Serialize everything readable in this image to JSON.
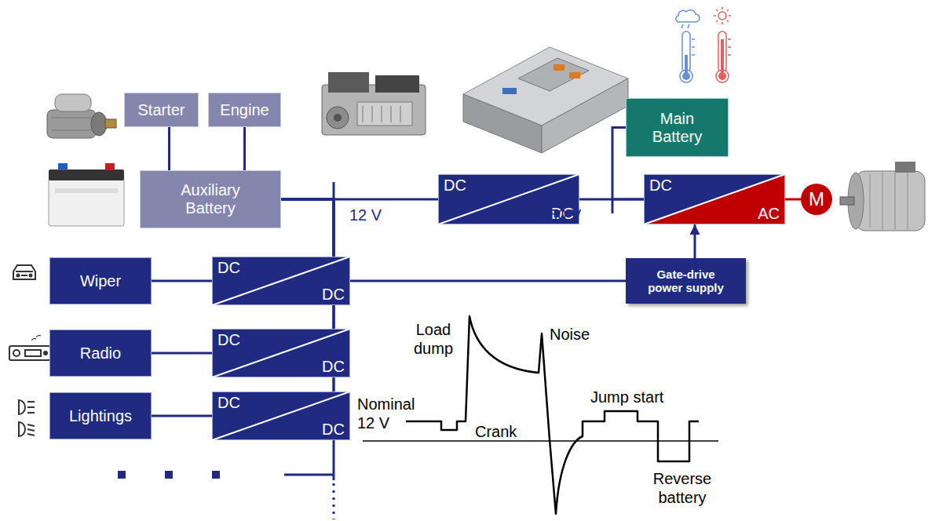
{
  "diagram": {
    "nodes": [
      {
        "text": [
          "Starter"
        ]
      },
      {
        "text": [
          "Engine"
        ]
      },
      {
        "text": [
          "Auxiliary Battery"
        ]
      },
      {
        "text": [
          "DC",
          "DC"
        ]
      },
      {
        "text": [
          "Main Battery"
        ]
      },
      {
        "text": [
          "DC",
          "AC"
        ]
      },
      {
        "text": [
          "M"
        ]
      },
      {
        "text": [
          "Gate-drive power supply"
        ]
      },
      {
        "text": [
          "Wiper"
        ]
      },
      {
        "text": [
          "DC",
          "DC"
        ]
      },
      {
        "text": [
          "Radio"
        ]
      },
      {
        "text": [
          "DC",
          "DC"
        ]
      },
      {
        "text": [
          "Lightings"
        ]
      },
      {
        "text": [
          "DC",
          "DC"
        ]
      }
    ],
    "edges": [
      {
        "from": 0,
        "to": 2,
        "arrow": "none"
      },
      {
        "from": 1,
        "to": 2,
        "arrow": "none"
      },
      {
        "from": 2,
        "to": 3,
        "arrow": "none"
      },
      {
        "from": 3,
        "to": 5,
        "arrow": "none"
      },
      {
        "from": 4,
        "to": 5,
        "arrow": "none"
      },
      {
        "from": 5,
        "to": 6,
        "arrow": "none"
      },
      {
        "from": 7,
        "to": 5,
        "arrow": "to"
      },
      {
        "from": 2,
        "to": 9,
        "arrow": "none"
      },
      {
        "from": 2,
        "to": 11,
        "arrow": "none"
      },
      {
        "from": 2,
        "to": 13,
        "arrow": "none"
      },
      {
        "from": 2,
        "to": 7,
        "arrow": "none"
      },
      {
        "from": 8,
        "to": 9,
        "arrow": "none"
      },
      {
        "from": 10,
        "to": 11,
        "arrow": "none"
      },
      {
        "from": 12,
        "to": 13,
        "arrow": "none"
      }
    ],
    "labels": [
      "12 V",
      "450 V",
      "Load dump",
      "Noise",
      "Nominal 12 V",
      "Crank",
      "Jump start",
      "Reverse battery"
    ]
  }
}
